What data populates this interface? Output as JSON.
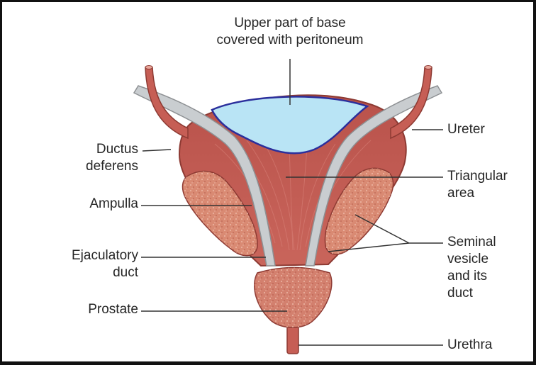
{
  "labels": {
    "top_line1": "Upper part of base",
    "top_line2": "covered with peritoneum",
    "ductus_line1": "Ductus",
    "ductus_line2": "deferens",
    "ampulla": "Ampulla",
    "ejac_line1": "Ejaculatory",
    "ejac_line2": "duct",
    "prostate": "Prostate",
    "ureter": "Ureter",
    "triangular_line1": "Triangular",
    "triangular_line2": "area",
    "seminal_line1": "Seminal",
    "seminal_line2": "vesicle",
    "seminal_line3": "and its",
    "seminal_line4": "duct",
    "urethra": "Urethra"
  },
  "colors": {
    "bladder": "#c0564e",
    "bladder_dark": "#9e3f39",
    "peritoneum": "#b9e4f5",
    "peritoneum_edge": "#2b2f9c",
    "duct": "#c9cdd0",
    "vesicle": "#d98a73",
    "prostate": "#d3806e",
    "leader": "#333333"
  }
}
